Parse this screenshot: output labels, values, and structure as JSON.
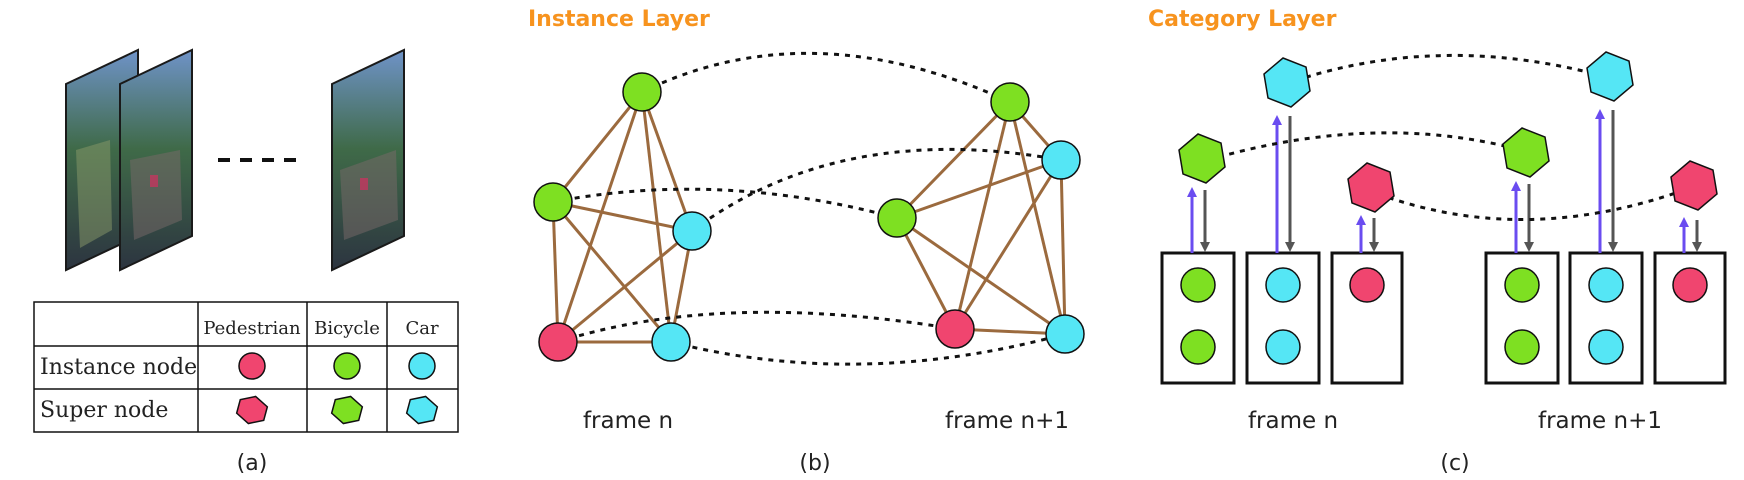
{
  "colors": {
    "pedestrian": "#f0456f",
    "bicycle": "#7ee022",
    "car": "#55e6f5",
    "edge": "#9b6a3e",
    "up_arrow": "#6a4cf0",
    "down_arrow": "#555555",
    "title": "#f7931e"
  },
  "panel_a": {
    "caption": "(a)",
    "ellipsis": "- - - -",
    "table": {
      "headers": [
        "",
        "Pedestrian",
        "Bicycle",
        "Car"
      ],
      "rows": [
        {
          "label": "Instance node",
          "shape": "circle"
        },
        {
          "label": "Super node",
          "shape": "hexagon"
        }
      ]
    }
  },
  "panel_b": {
    "title": "Instance Layer",
    "frame_left": "frame n",
    "frame_right": "frame n+1",
    "caption": "(b)"
  },
  "panel_c": {
    "title": "Category Layer",
    "frame_left": "frame n",
    "frame_right": "frame n+1",
    "caption": "(c)"
  }
}
